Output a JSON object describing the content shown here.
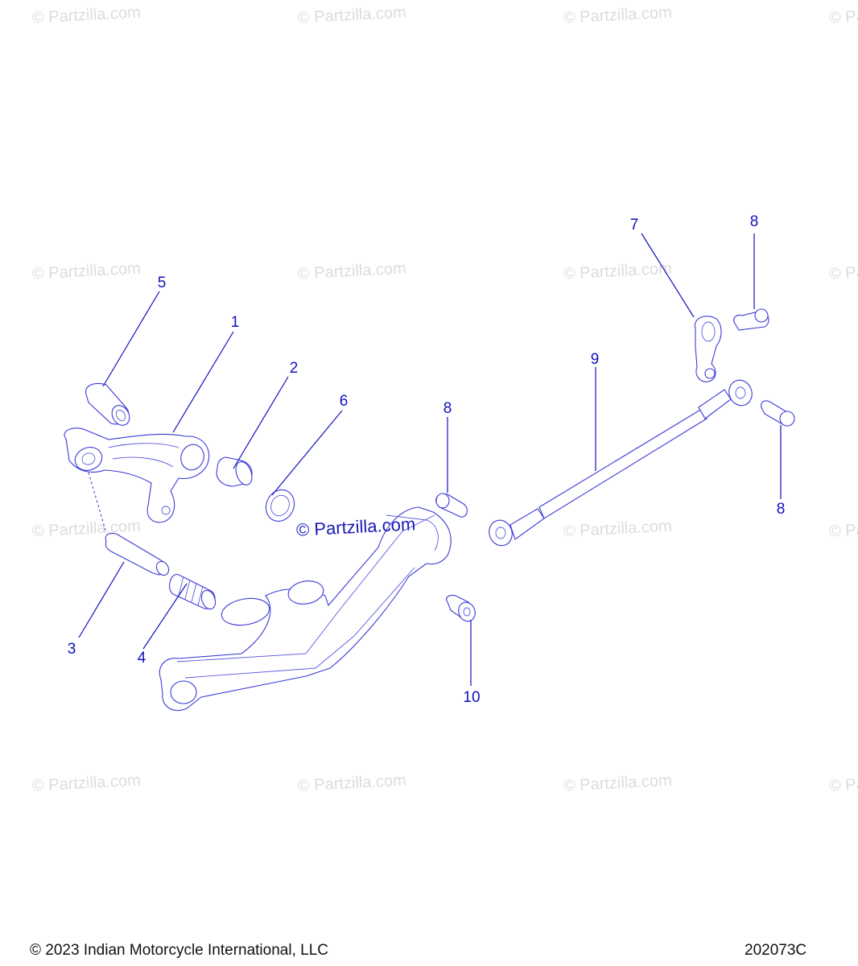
{
  "watermark_text": "© Partzilla.com",
  "center_watermark": "© Partzilla.com",
  "callouts": [
    "1",
    "2",
    "3",
    "4",
    "5",
    "6",
    "7",
    "8",
    "8",
    "8",
    "9",
    "10"
  ],
  "footer": {
    "copyright": "© 2023 Indian Motorcycle International, LLC",
    "diagram_code": "202073C"
  },
  "colors": {
    "lines": "#3a3ad8",
    "callouts": "#1010c0",
    "watermark": "#dcdcdc"
  }
}
